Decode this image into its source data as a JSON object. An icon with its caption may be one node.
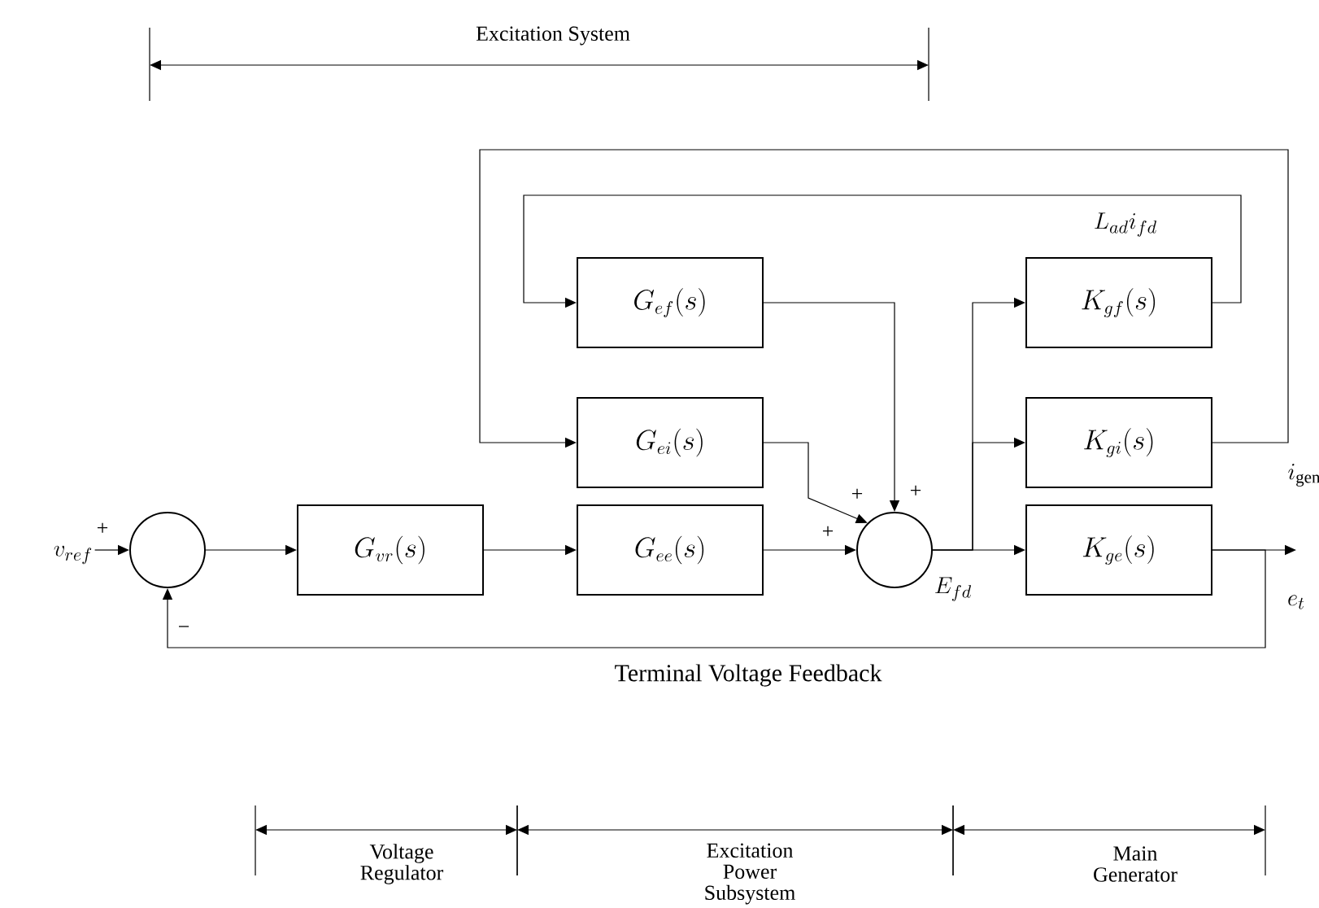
{
  "diagram": {
    "nodes": [
      {
        "text": [
          "v_{ref}"
        ]
      },
      {
        "text": [],
        "shape": "circle"
      },
      {
        "text": [
          "G_{vr}(s)"
        ]
      },
      {
        "text": [
          "G_{ee}(s)"
        ]
      },
      {
        "text": [],
        "shape": "circle"
      },
      {
        "text": [
          "G_{ef}(s)"
        ]
      },
      {
        "text": [
          "G_{ei}(s)"
        ]
      },
      {
        "text": [
          "K_{gf}(s)"
        ]
      },
      {
        "text": [
          "K_{gi}(s)"
        ]
      },
      {
        "text": [
          "K_{ge}(s)"
        ]
      },
      {
        "text": [
          "e_{t}"
        ]
      }
    ],
    "edges": [
      {
        "from": 0,
        "to": 1,
        "arrow": "to"
      },
      {
        "from": 1,
        "to": 2,
        "arrow": "to"
      },
      {
        "from": 2,
        "to": 3,
        "arrow": "to"
      },
      {
        "from": 3,
        "to": 4,
        "arrow": "to"
      },
      {
        "from": 5,
        "to": 4,
        "arrow": "to"
      },
      {
        "from": 6,
        "to": 4,
        "arrow": "to"
      },
      {
        "from": 4,
        "to": 9,
        "arrow": "to",
        "label": "E_{fd}"
      },
      {
        "from": 4,
        "to": 7,
        "arrow": "to"
      },
      {
        "from": 4,
        "to": 8,
        "arrow": "to"
      },
      {
        "from": 7,
        "to": 5,
        "arrow": "to",
        "label": "L_{ad}i_{fd}"
      },
      {
        "from": 8,
        "to": 6,
        "arrow": "to",
        "label": "i_{\\mathrm{gen}}"
      },
      {
        "from": 9,
        "to": 10,
        "arrow": "to"
      },
      {
        "from": 9,
        "to": 1,
        "arrow": "to",
        "label": "Terminal Voltage Feedback"
      }
    ],
    "labels": [
      "Excitation System",
      "+",
      "−",
      "+",
      "+",
      "+",
      "Voltage Regulator",
      "Excitation Power Subsystem",
      "Main Generator"
    ]
  }
}
